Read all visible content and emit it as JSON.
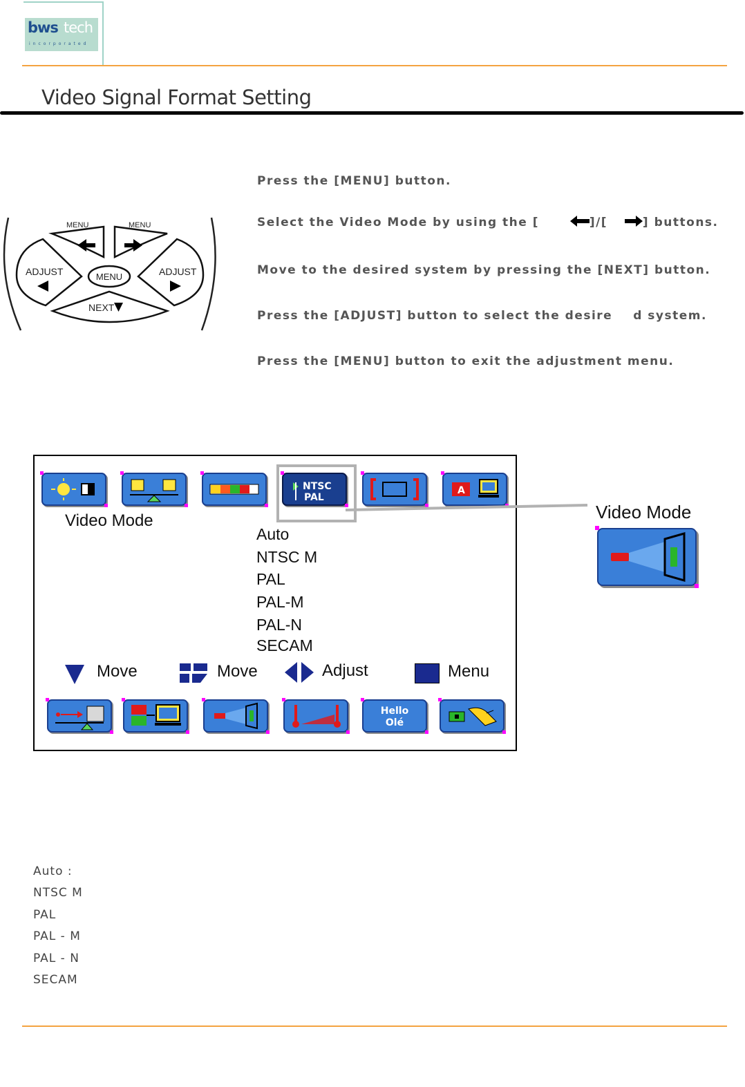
{
  "logo": {
    "brand_a": "bws",
    "brand_b": "tech",
    "tagline": "incorporated"
  },
  "page_title": "Video Signal Format Setting",
  "steps": [
    "Press the [MENU] button.",
    "Select the Video Mode by using the [",
    "]/[",
    "] buttons.",
    "Move to the desired system by pressing the [NEXT] button.",
    "Press the [ADJUST] button to select the desire",
    "d system.",
    "Press the [MENU] button to exit the adjustment menu."
  ],
  "remote": {
    "menu_left": "MENU",
    "menu_right": "MENU",
    "adjust_left": "ADJUST",
    "adjust_right": "ADJUST",
    "center": "MENU",
    "next": "NEXT"
  },
  "osd": {
    "heading": "Video Mode",
    "ntsc_icon_line1": "NTSC",
    "ntsc_icon_line2": "PAL",
    "options": [
      "Auto",
      "NTSC M",
      "PAL",
      "PAL-M",
      "PAL-N",
      "SECAM"
    ],
    "legend": {
      "move1": "Move",
      "move2": "Move",
      "adjust": "Adjust",
      "menu": "Menu"
    },
    "hello_line1": "Hello",
    "hello_line2": "Olé"
  },
  "callout": {
    "label": "Video Mode"
  },
  "definitions": [
    "Auto :",
    "NTSC M",
    "PAL",
    "PAL - M",
    "PAL - N",
    "SECAM"
  ],
  "colors": {
    "accent": "#f4a340",
    "icon_blue": "#3a7fd8",
    "legend_navy": "#1a2a8f"
  }
}
